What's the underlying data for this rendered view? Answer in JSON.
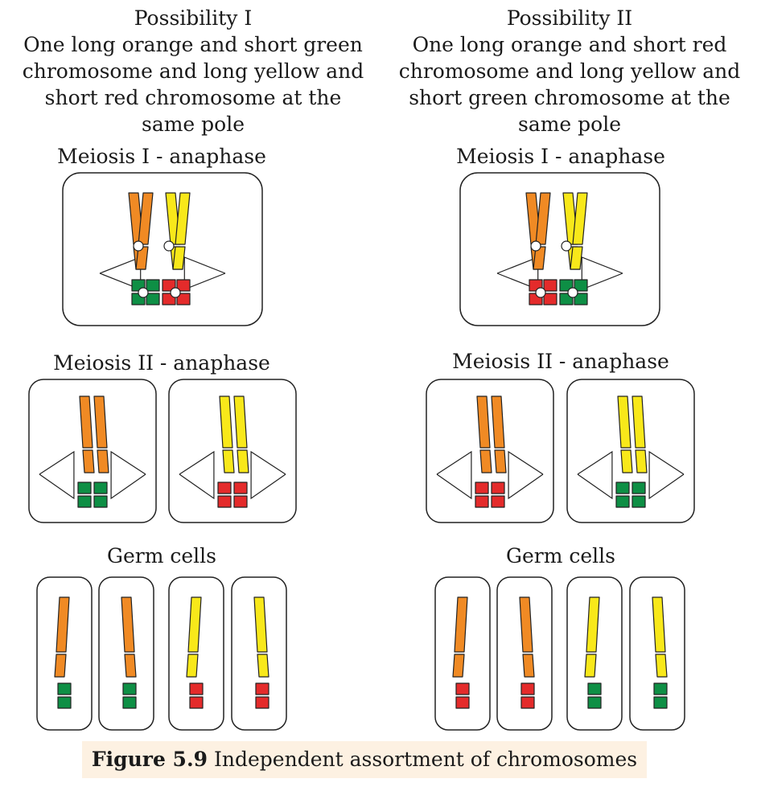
{
  "possibility_1": {
    "title": "Possibility I",
    "description": "One long orange and short green\nchromosome and long yellow and\nshort red chromosome at the\nsame pole"
  },
  "possibility_2": {
    "title": "Possibility II",
    "description": "One long orange and short red\nchromosome and long yellow and\nshort green chromosome at the\nsame pole"
  },
  "stages": {
    "meiosis_1": "Meiosis I - anaphase",
    "meiosis_2": "Meiosis II - anaphase",
    "germ_cells": "Germ cells"
  },
  "figure": {
    "label": "Figure 5.9",
    "text": "Independent assortment of chromosomes"
  },
  "colors": {
    "orange": "#f08a24",
    "yellow": "#f8e81a",
    "green": "#0e8f45",
    "red": "#e42b2b",
    "caption_bg": "#fdf1e2"
  }
}
